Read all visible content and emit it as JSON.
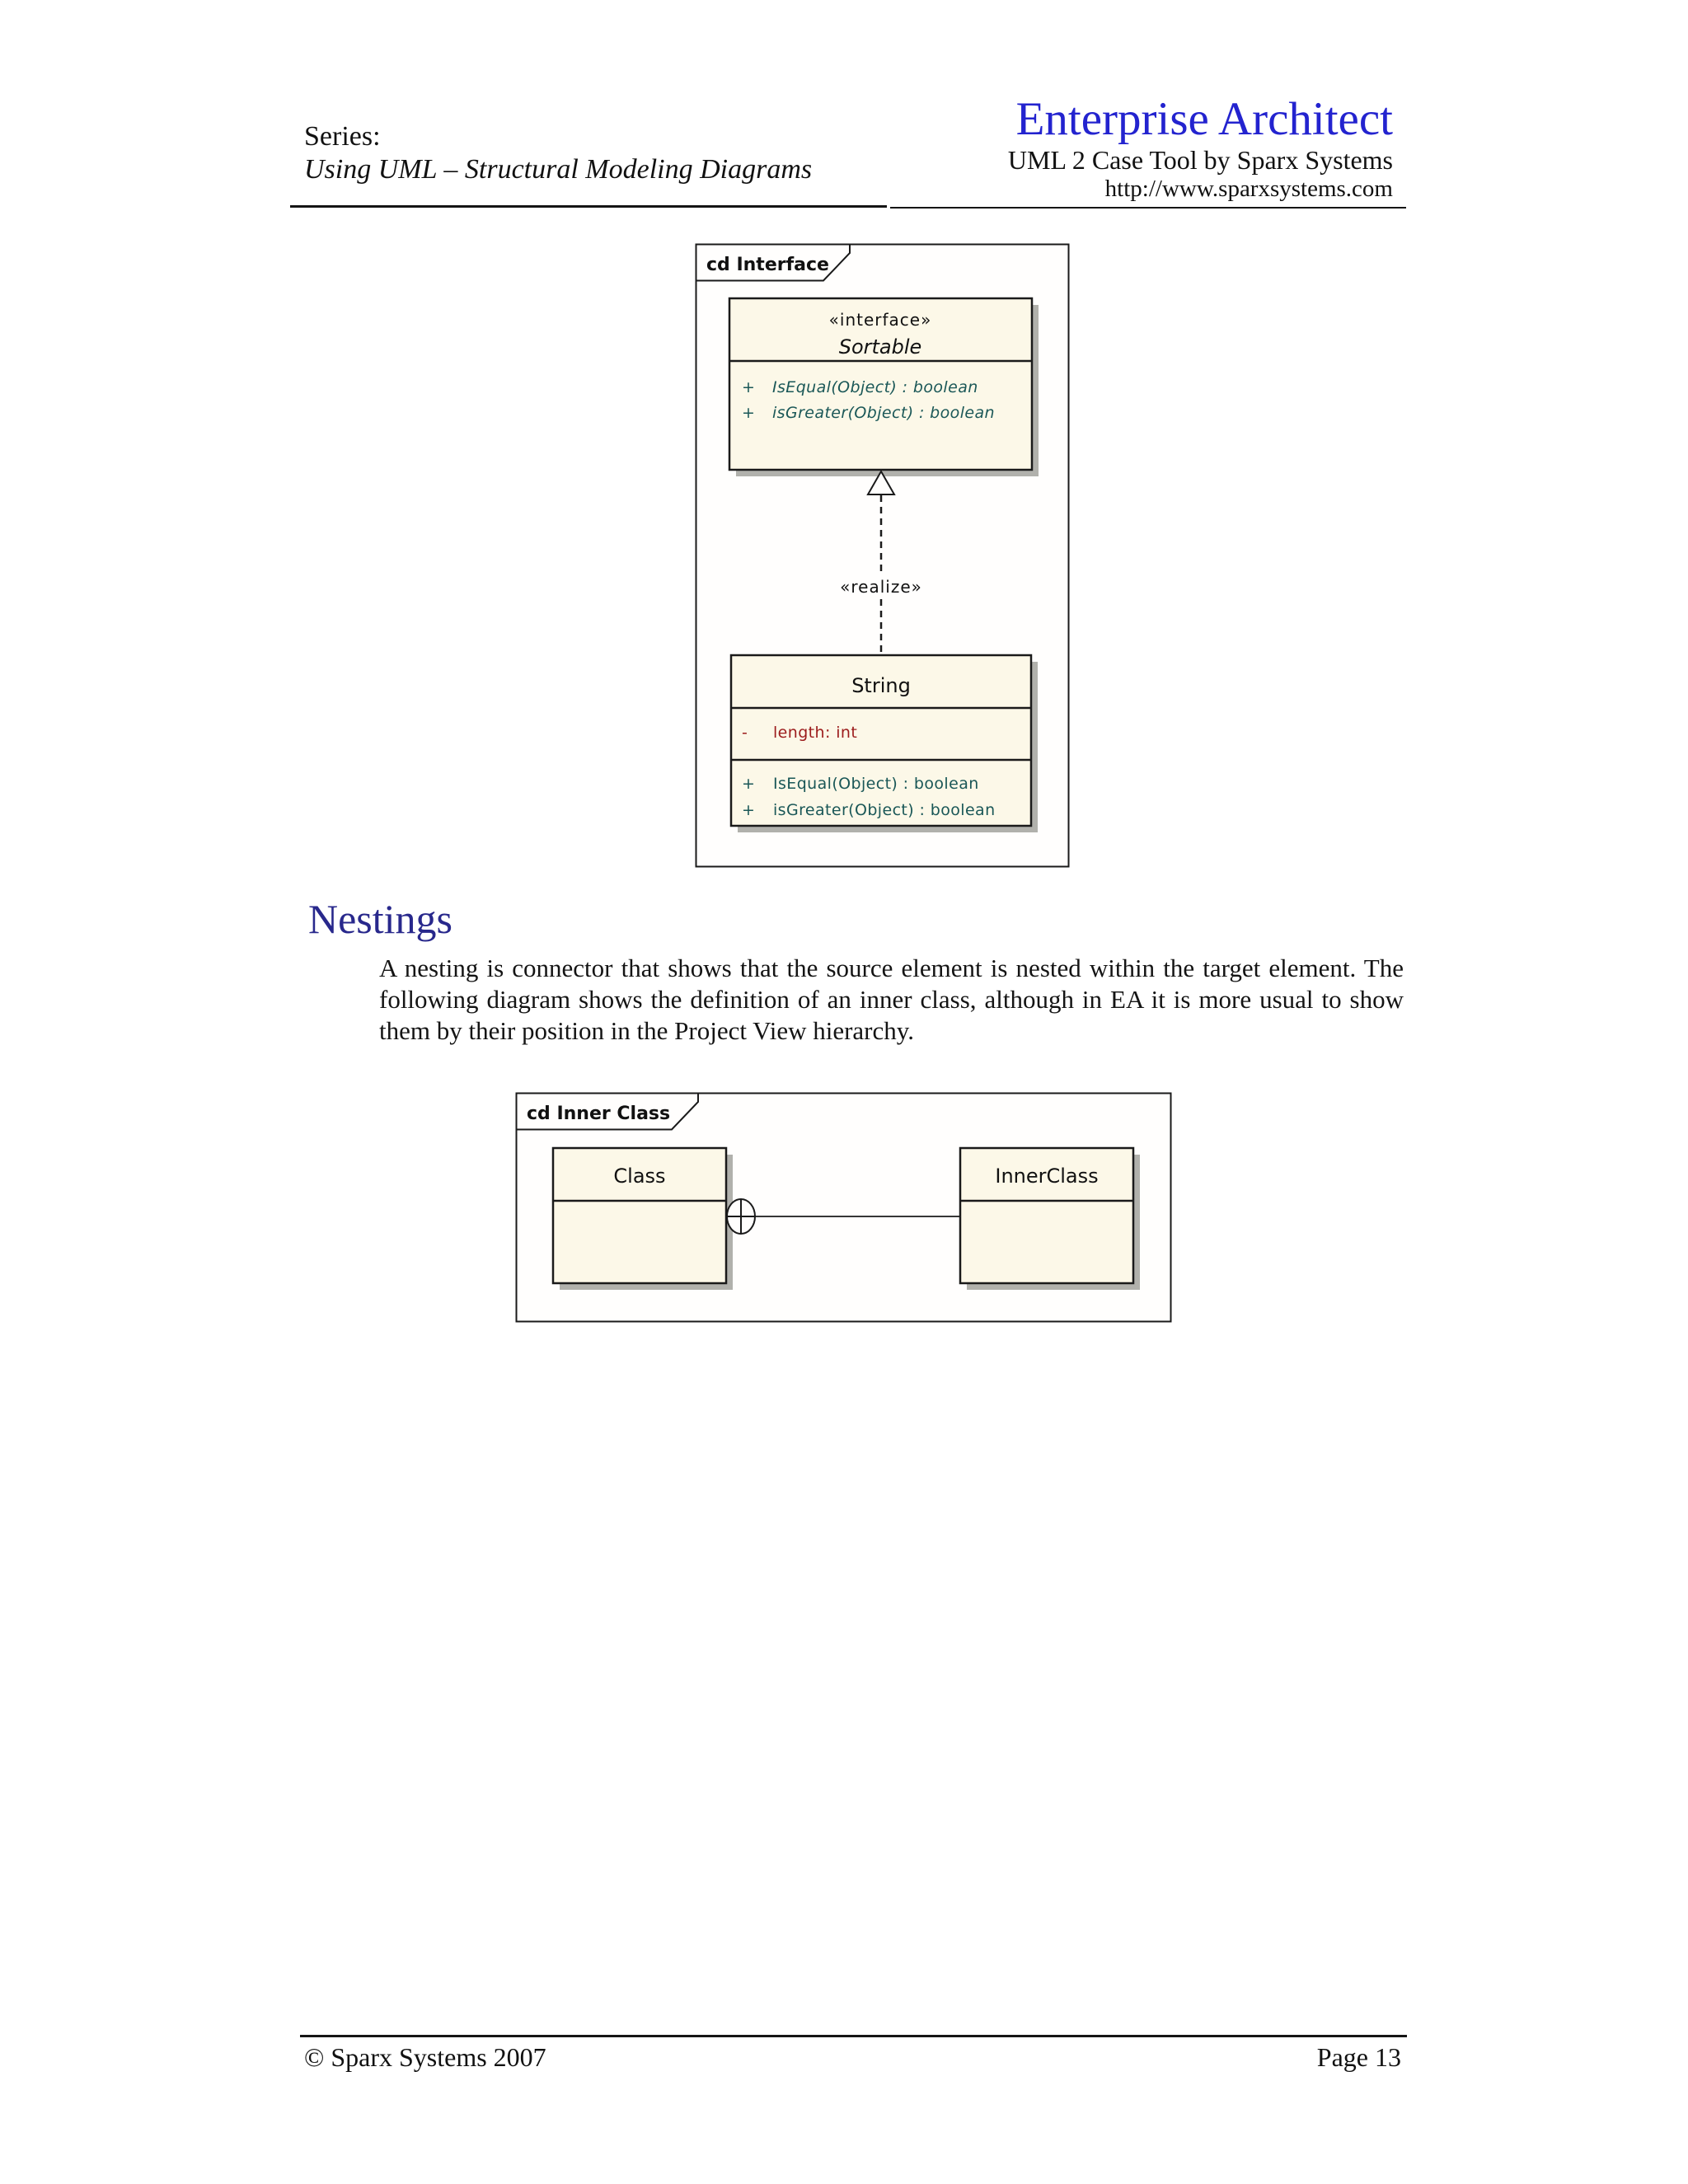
{
  "header": {
    "series_label": "Series:",
    "series_title": "Using UML – Structural Modeling Diagrams",
    "product_name": "Enterprise Architect",
    "product_subtitle": "UML 2 Case Tool by Sparx Systems",
    "product_url": "http://www.sparxsystems.com"
  },
  "colors": {
    "product_title_blue": "#2323cf",
    "section_heading_navy": "#28288c",
    "class_fill_cream": "#fcf8e8",
    "method_text_teal": "#1a5757",
    "attribute_text_red": "#9c1c1c",
    "box_shadow_gray": "#b1b1ac"
  },
  "interface_diagram": {
    "frame_label": "cd Interface",
    "sortable_class": {
      "stereotype": "«interface»",
      "name": "Sortable",
      "methods": [
        {
          "visibility": "+",
          "signature": "IsEqual(Object) : boolean"
        },
        {
          "visibility": "+",
          "signature": "isGreater(Object) : boolean"
        }
      ]
    },
    "connector_label": "«realize»",
    "string_class": {
      "name": "String",
      "attributes": [
        {
          "visibility": "-",
          "signature": "length:  int"
        }
      ],
      "methods": [
        {
          "visibility": "+",
          "signature": "IsEqual(Object) : boolean"
        },
        {
          "visibility": "+",
          "signature": "isGreater(Object) : boolean"
        }
      ]
    }
  },
  "section": {
    "heading": "Nestings",
    "body": "A nesting is connector that shows that the source element is nested within the target element. The following diagram shows the definition of an inner class, although in EA it is more usual to show them by their position in the Project View hierarchy."
  },
  "nesting_diagram": {
    "frame_label": "cd Inner Class",
    "outer_class_name": "Class",
    "inner_class_name": "InnerClass"
  },
  "footer": {
    "copyright": "© Sparx Systems 2007",
    "page_number": "Page 13"
  }
}
